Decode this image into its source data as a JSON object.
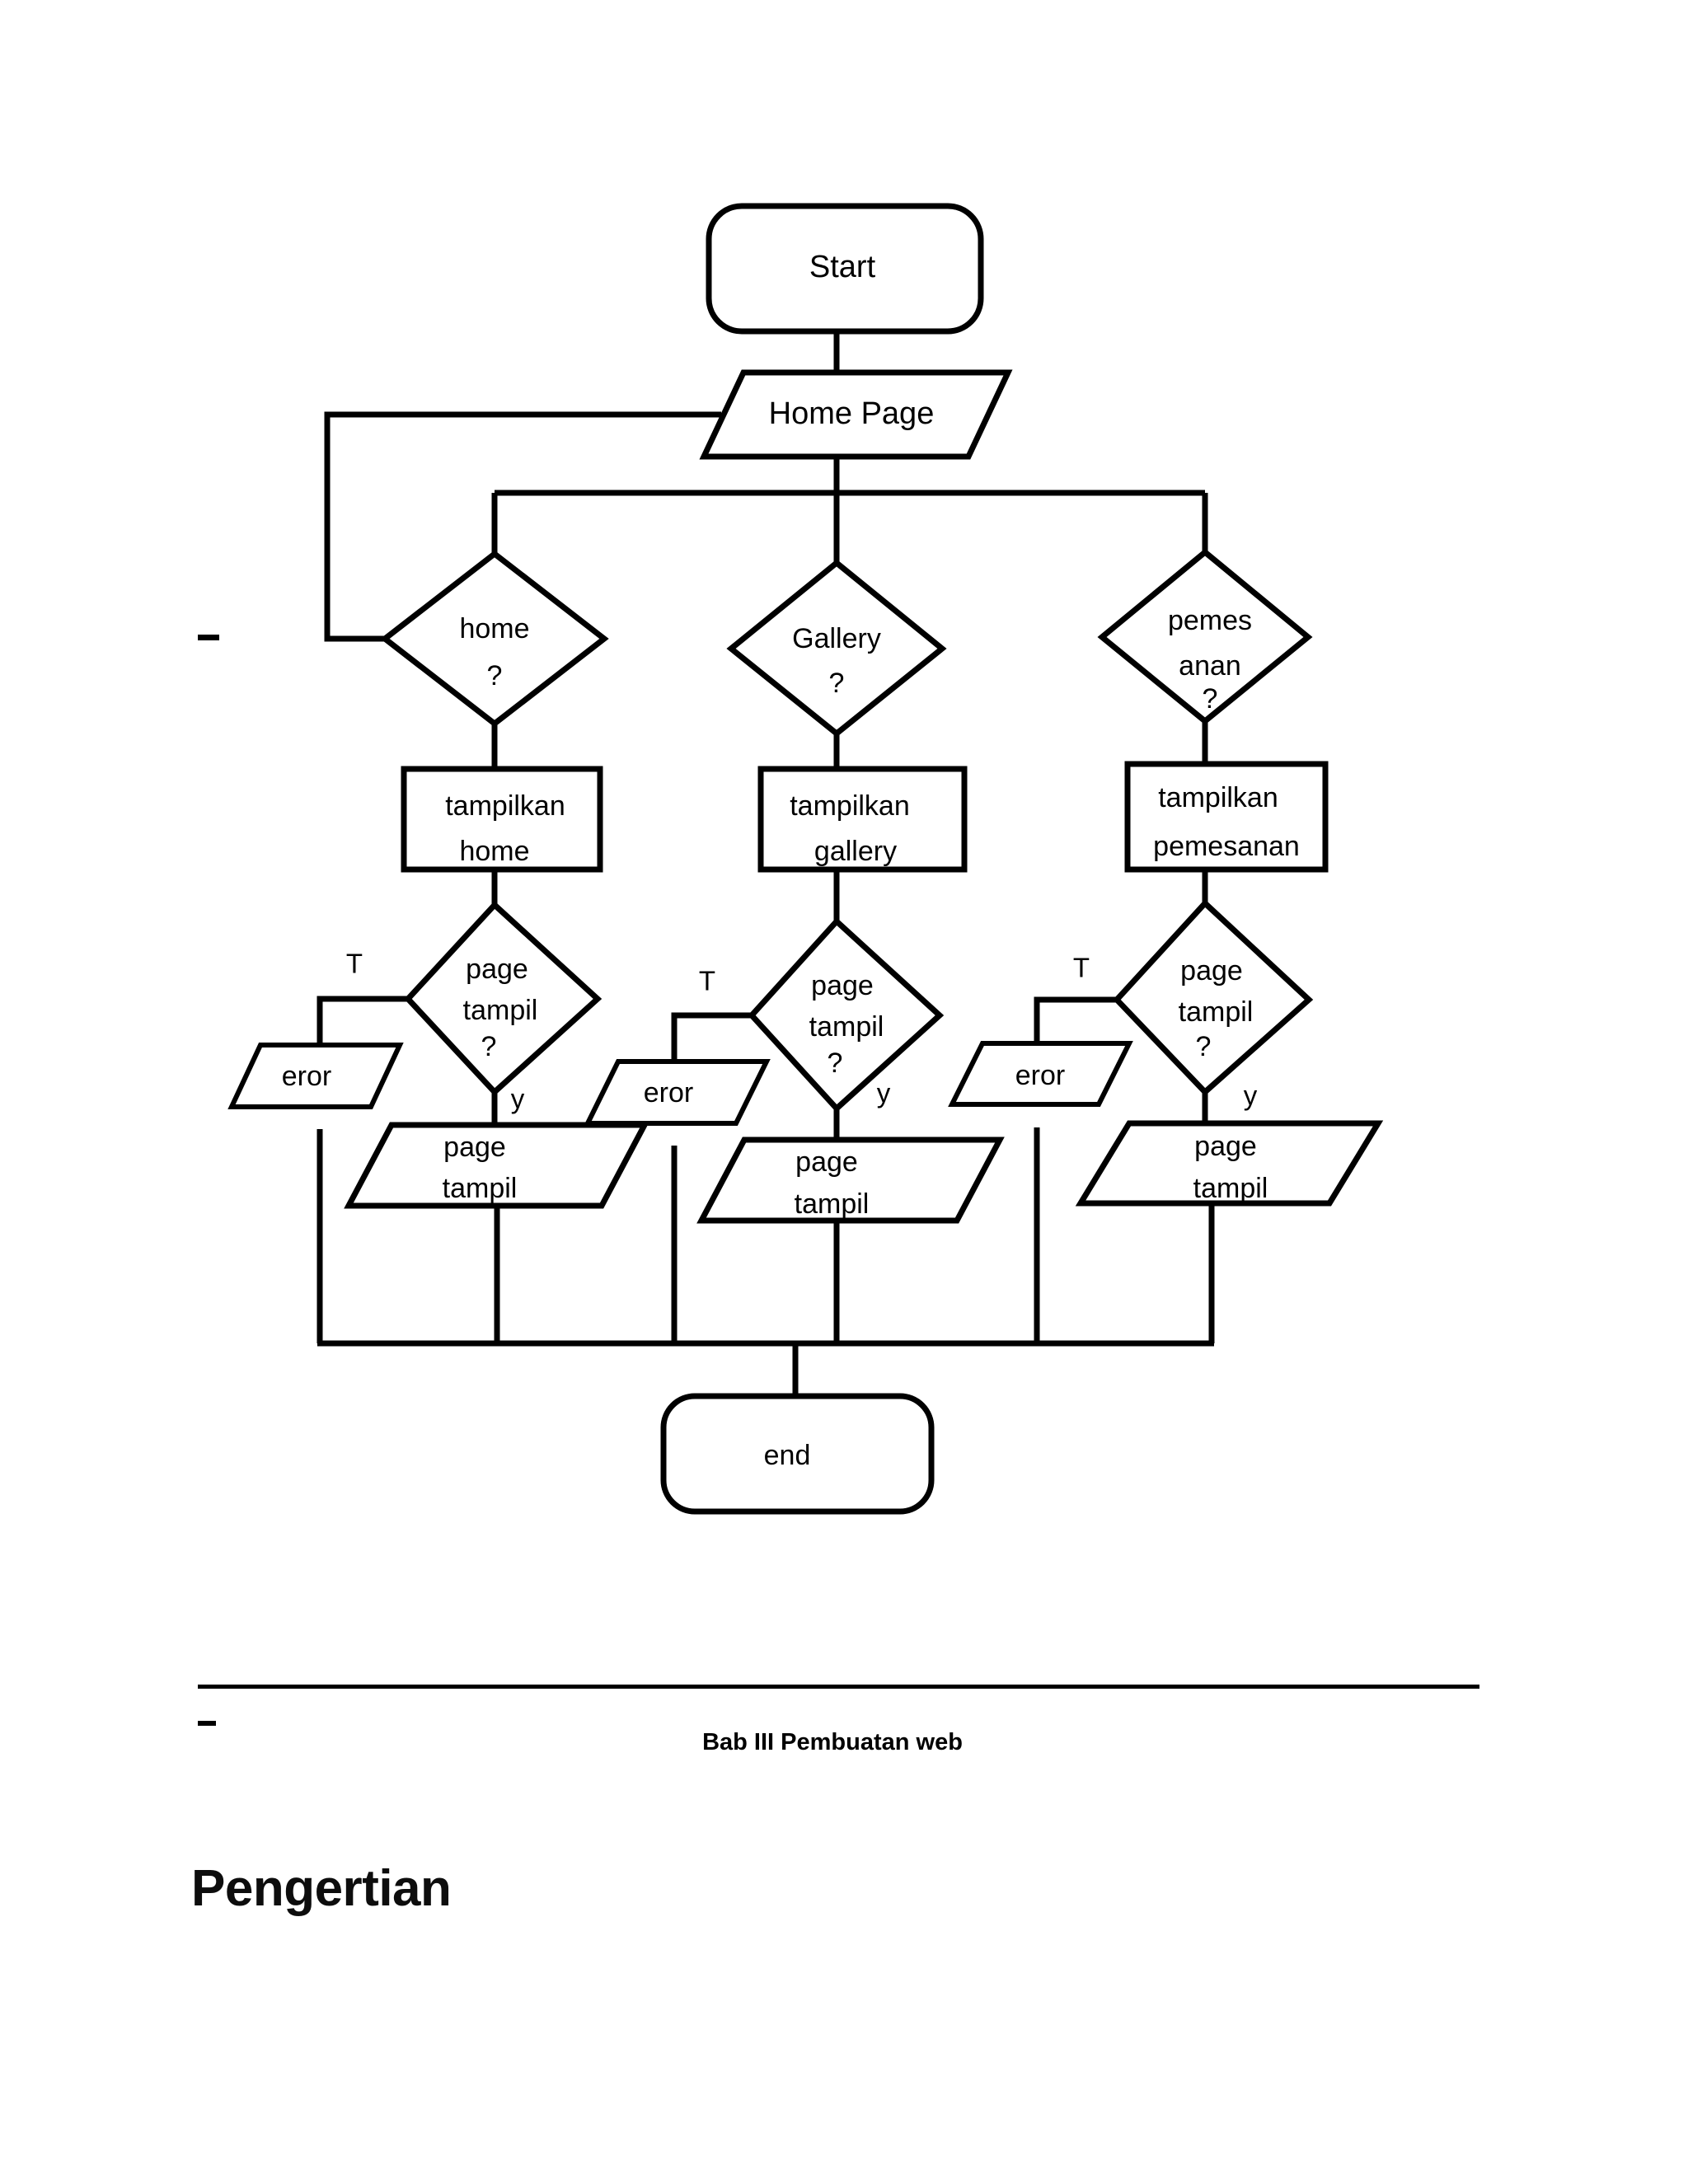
{
  "document": {
    "footer_caption": "Bab III Pembuatan web",
    "heading": "Pengertian"
  },
  "chart_data": {
    "type": "diagram",
    "diagram_type": "flowchart",
    "title": "Website navigation flowchart",
    "nodes": [
      {
        "id": "start",
        "shape": "terminator",
        "label": "Start"
      },
      {
        "id": "homepage",
        "shape": "io",
        "label": "Home Page"
      },
      {
        "id": "d_home",
        "shape": "decision",
        "label": "home\n?"
      },
      {
        "id": "d_gallery",
        "shape": "decision",
        "label": "Gallery\n?"
      },
      {
        "id": "d_pemesanan",
        "shape": "decision",
        "label": "pemes\nanan\n?"
      },
      {
        "id": "p_home",
        "shape": "process",
        "label": "tampilkan\nhome"
      },
      {
        "id": "p_gallery",
        "shape": "process",
        "label": "tampilkan\ngallery"
      },
      {
        "id": "p_pemesanan",
        "shape": "process",
        "label": "tampilkan\npemesanan"
      },
      {
        "id": "d_tampil1",
        "shape": "decision",
        "label": "page\ntampil\n?"
      },
      {
        "id": "d_tampil2",
        "shape": "decision",
        "label": "page\ntampil\n?"
      },
      {
        "id": "d_tampil3",
        "shape": "decision",
        "label": "page\ntampil\n?"
      },
      {
        "id": "eror1",
        "shape": "io",
        "label": "eror"
      },
      {
        "id": "eror2",
        "shape": "io",
        "label": "eror"
      },
      {
        "id": "eror3",
        "shape": "io",
        "label": "eror"
      },
      {
        "id": "out1",
        "shape": "io",
        "label": "page\ntampil"
      },
      {
        "id": "out2",
        "shape": "io",
        "label": "page\ntampil"
      },
      {
        "id": "out3",
        "shape": "io",
        "label": "page\ntampil"
      },
      {
        "id": "end",
        "shape": "terminator",
        "label": "end"
      }
    ],
    "edges": [
      {
        "from": "start",
        "to": "homepage",
        "label": ""
      },
      {
        "from": "homepage",
        "to": "d_home",
        "label": ""
      },
      {
        "from": "homepage",
        "to": "d_gallery",
        "label": ""
      },
      {
        "from": "homepage",
        "to": "d_pemesanan",
        "label": ""
      },
      {
        "from": "d_home",
        "to": "homepage",
        "label": ""
      },
      {
        "from": "d_home",
        "to": "p_home",
        "label": ""
      },
      {
        "from": "d_gallery",
        "to": "p_gallery",
        "label": ""
      },
      {
        "from": "d_pemesanan",
        "to": "p_pemesanan",
        "label": ""
      },
      {
        "from": "p_home",
        "to": "d_tampil1",
        "label": ""
      },
      {
        "from": "p_gallery",
        "to": "d_tampil2",
        "label": ""
      },
      {
        "from": "p_pemesanan",
        "to": "d_tampil3",
        "label": ""
      },
      {
        "from": "d_tampil1",
        "to": "eror1",
        "label": "T"
      },
      {
        "from": "d_tampil1",
        "to": "out1",
        "label": "y"
      },
      {
        "from": "d_tampil2",
        "to": "eror2",
        "label": "T"
      },
      {
        "from": "d_tampil2",
        "to": "out2",
        "label": "y"
      },
      {
        "from": "d_tampil3",
        "to": "eror3",
        "label": "T"
      },
      {
        "from": "d_tampil3",
        "to": "out3",
        "label": "y"
      },
      {
        "from": "eror1",
        "to": "end",
        "label": ""
      },
      {
        "from": "out1",
        "to": "end",
        "label": ""
      },
      {
        "from": "eror2",
        "to": "end",
        "label": ""
      },
      {
        "from": "out2",
        "to": "end",
        "label": ""
      },
      {
        "from": "eror3",
        "to": "end",
        "label": ""
      },
      {
        "from": "out3",
        "to": "end",
        "label": ""
      }
    ],
    "labels": {
      "start": "Start",
      "homepage": "Home Page",
      "d_home_l1": "home",
      "d_home_l2": "?",
      "d_gallery_l1": "Gallery",
      "d_gallery_l2": "?",
      "d_pemesanan_l1": "pemes",
      "d_pemesanan_l2": "anan",
      "d_pemesanan_l3": "?",
      "p_home_l1": "tampilkan",
      "p_home_l2": "home",
      "p_gallery_l1": "tampilkan",
      "p_gallery_l2": "gallery",
      "p_pemesanan_l1": "tampilkan",
      "p_pemesanan_l2": "pemesanan",
      "tampil_l1": "page",
      "tampil_l2": "tampil",
      "tampil_l3": "?",
      "eror": "eror",
      "out_l1": "page",
      "out_l2": "tampil",
      "branch_true": "T",
      "branch_yes": "y",
      "end": "end"
    },
    "colors": {
      "stroke": "#000000",
      "fill": "#ffffff",
      "text": "#000000",
      "background": "#ffffff"
    }
  }
}
